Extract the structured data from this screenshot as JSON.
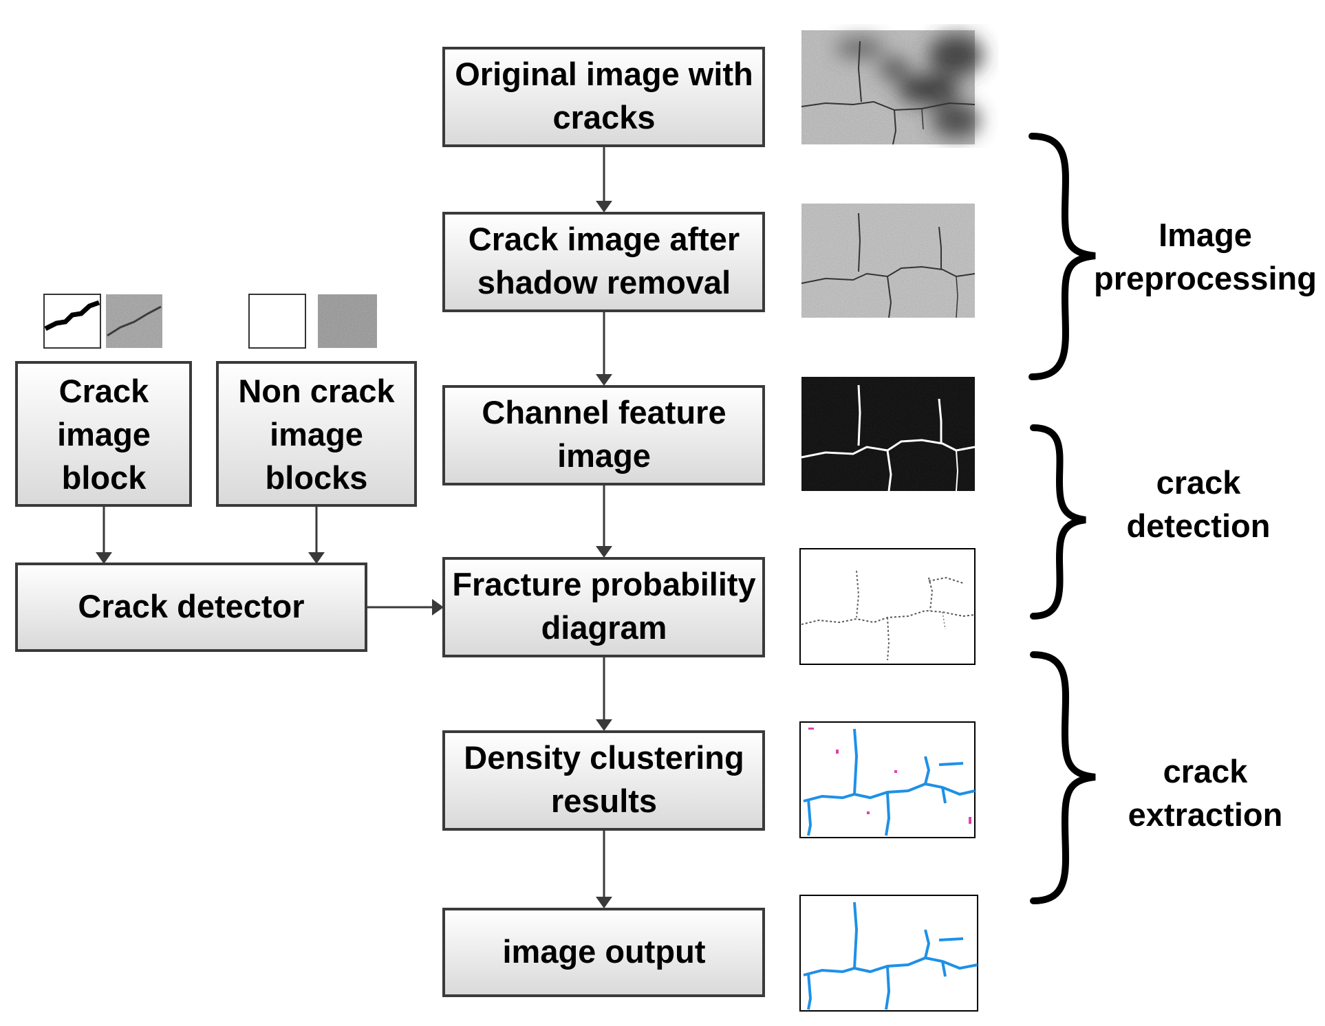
{
  "flow": {
    "original": [
      "Original image with",
      "cracks"
    ],
    "shadow_removal": [
      "Crack image after",
      "shadow removal"
    ],
    "channel_feature": [
      "Channel feature",
      "image"
    ],
    "fracture_probability": [
      "Fracture probability",
      "diagram"
    ],
    "density_clustering": [
      "Density clustering",
      "results"
    ],
    "output": [
      "image output"
    ]
  },
  "training": {
    "crack_block": [
      "Crack",
      "image",
      "block"
    ],
    "non_crack_blocks": [
      "Non crack",
      "image",
      "blocks"
    ],
    "detector": [
      "Crack detector"
    ]
  },
  "stages": {
    "preprocessing": [
      "Image",
      "preprocessing"
    ],
    "detection": [
      "crack",
      "detection"
    ],
    "extraction": [
      "crack",
      "extraction"
    ]
  },
  "colors": {
    "crack_cluster": "#1e90e6",
    "noise_cluster": "#e040b0"
  }
}
